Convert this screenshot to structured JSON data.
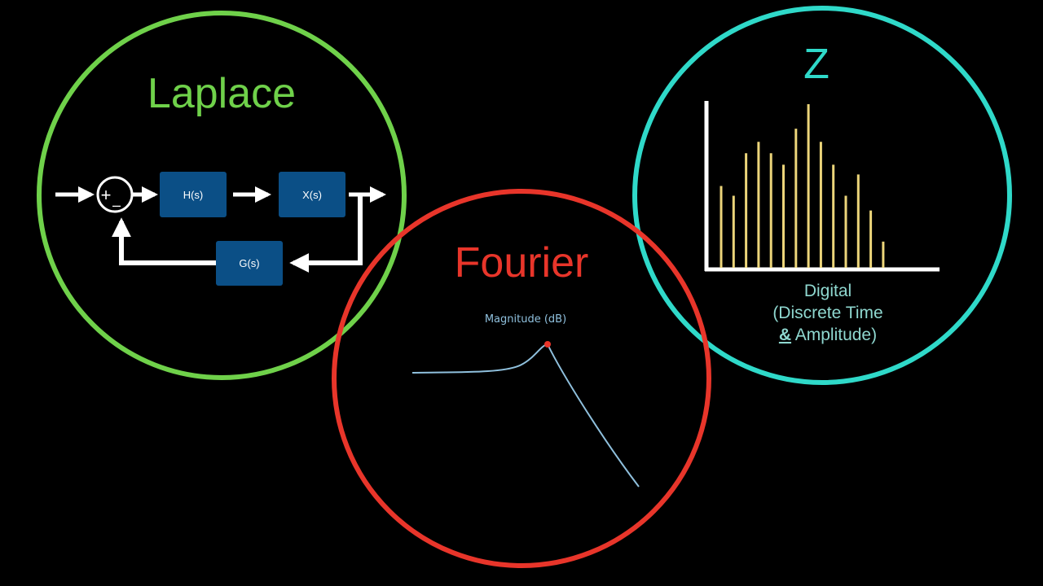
{
  "colors": {
    "background": "#000000",
    "laplace": "#6fd14a",
    "fourier": "#e8352a",
    "z": "#2fd9c9",
    "block_fill": "#0b4f86",
    "stem": "#ecd57a",
    "axis": "#ffffff",
    "bode_curve": "#8fc0dd",
    "bode_peak": "#e8352a"
  },
  "laplace": {
    "title": "Laplace",
    "summing_plus": "+",
    "summing_minus": "–",
    "blocks": {
      "h": "H(s)",
      "x": "X(s)",
      "g": "G(s)"
    }
  },
  "fourier": {
    "title": "Fourier",
    "plot_label": "Magnitude (dB)"
  },
  "z": {
    "title": "Z",
    "caption_line1": "Digital",
    "caption_line2": "(Discrete Time",
    "caption_amp": "&",
    "caption_line3_rest": " Amplitude)",
    "stem_values": [
      0.5,
      0.44,
      0.7,
      0.77,
      0.7,
      0.63,
      0.85,
      1.0,
      0.77,
      0.63,
      0.44,
      0.57,
      0.35,
      0.16
    ]
  }
}
